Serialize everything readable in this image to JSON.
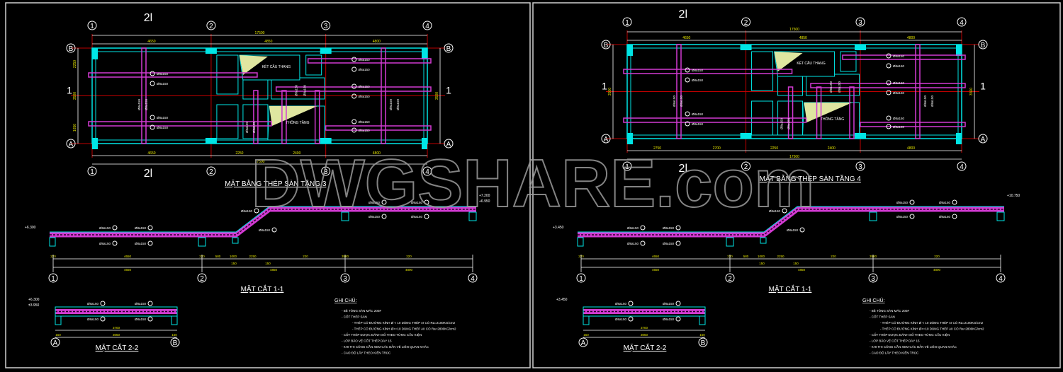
{
  "colors": {
    "background": "#000000",
    "frame": "#d0d0d0",
    "wall": "#00e5e5",
    "column": "#00e5e5",
    "rebar": "#d23ad2",
    "axis": "#c00000",
    "dimension_text": "#e6e600",
    "text": "#ffffff",
    "stair_fill": "#dfe6a0",
    "watermark": "#9a9a9a"
  },
  "watermark": "DWGSHARE.com",
  "sheets": [
    {
      "plan_title": "MẶT BẰNG THÉP SÀN TẦNG 3",
      "plan_tag": "2l",
      "axes_x": [
        "1",
        "2",
        "3",
        "4"
      ],
      "axes_y": [
        "A",
        "B"
      ],
      "section_mark": "1",
      "dims_top_total": "17500",
      "dims_top": [
        "4650",
        "4850",
        "4800"
      ],
      "dims_bottom": [
        "4650",
        "2250",
        "2400",
        "4800"
      ],
      "dims_side": [
        "2250",
        "3500",
        "1650"
      ],
      "stair_label": "KÉT CẦU THANG",
      "void_label": "THÔNG TẦNG",
      "rebar_label": "Ø8a150",
      "section11_title": "MẶT CẮT 1-1",
      "section11_levels": [
        "+6.300",
        "+7.200",
        "+6.950"
      ],
      "section11_dims": [
        "220",
        "4650",
        "220",
        "580",
        "1000",
        "2250",
        "220",
        "3580",
        "220"
      ],
      "section11_small": [
        "150",
        "150"
      ],
      "section11_axis_dims": [
        "4650",
        "4850",
        "4800"
      ],
      "section22_title": "MẶT CẮT 2-2",
      "section22_levels": [
        "+6.300",
        "±3.950"
      ],
      "section22_dims": [
        "3700",
        "150",
        "3050",
        "150"
      ],
      "notes_title": "GHI CHÚ:",
      "notes": [
        "- BÊ TÔNG SÀN MÁC 200#",
        "- CỐT THÉP SÀN",
        "- THÉP CÓ ĐƯỜNG KÍNH Ø < 10 DÙNG THÉP AI CÓ Ra=2100KG/cm2",
        "- THÉP CÓ ĐƯỜNG KÍNH Ø>=10 DÙNG THÉP AII CÓ Ra=2800KG/cm2",
        "- CỐT THÉP ĐƯỢC ĐÁNH SỐ THEO TỪNG CẤU KIỆN",
        "- LỚP BẢO VỆ CỐT THÉP DÀY 15",
        "- KHI THI CÔNG CẦN XEM CÁC BẢN VẼ LIÊN QUAN KHÁC",
        "- CAO ĐỘ LẤY THEO KIẾN TRÚC"
      ]
    },
    {
      "plan_title": "MẶT BẰNG THÉP SÀN TẦNG 4",
      "plan_tag": "2l",
      "axes_x": [
        "1",
        "2",
        "3",
        "4"
      ],
      "axes_y": [
        "A",
        "B"
      ],
      "section_mark": "1",
      "dims_top_total": "17500",
      "dims_top": [
        "4650",
        "4850",
        "4800"
      ],
      "dims_bottom": [
        "2750",
        "2700",
        "2250",
        "2400",
        "4800"
      ],
      "dims_side": [
        "3500"
      ],
      "stair_label": "KÉT CẦU THANG",
      "void_label": "THÔNG TẦNG",
      "rebar_label": "Ø8a150",
      "section11_title": "MẶT CẮT 1-1",
      "section11_levels": [
        "+3.450",
        "+10.750"
      ],
      "section11_dims": [
        "220",
        "4650",
        "220",
        "580",
        "1000",
        "2250",
        "220",
        "3580",
        "220"
      ],
      "section11_small": [
        "150",
        "150"
      ],
      "section11_axis_dims": [
        "4650",
        "4850",
        "4800"
      ],
      "section22_title": "MẶT CẮT 2-2",
      "section22_levels": [
        "+3.450"
      ],
      "section22_dims": [
        "3700",
        "150",
        "3050",
        "150"
      ],
      "notes_title": "GHI CHÚ:",
      "notes": [
        "- BÊ TÔNG SÀN MÁC 200#",
        "- CỐT THÉP SÀN",
        "- THÉP CÓ ĐƯỜNG KÍNH Ø < 10 DÙNG THÉP AI CÓ Ra=2100KG/cm2",
        "- THÉP CÓ ĐƯỜNG KÍNH Ø>=10 DÙNG THÉP AII CÓ Ra=2800KG/cm2",
        "- CỐT THÉP ĐƯỢC ĐÁNH SỐ THEO TỪNG CẤU KIỆN",
        "- LỚP BẢO VỆ CỐT THÉP DÀY 15",
        "- KHI THI CÔNG CẦN XEM CÁC BẢN VẼ LIÊN QUAN KHÁC",
        "- CAO ĐỘ LẤY THEO KIẾN TRÚC"
      ]
    }
  ]
}
